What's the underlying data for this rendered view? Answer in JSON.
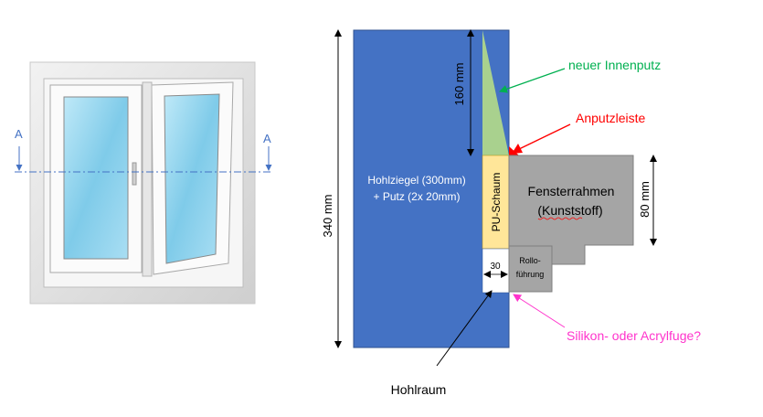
{
  "colors": {
    "wall": "#4472C4",
    "wall_stroke": "#2F528F",
    "plaster": "#A9D18E",
    "foam": "#FFE699",
    "frame": "#A5A5A5",
    "frame_stroke": "#7F7F7F",
    "red": "#FF0000",
    "green": "#00B050",
    "magenta": "#FF33CC",
    "window_section": "#4472C4",
    "glass": "#8FD6F0"
  },
  "window_photo": {
    "section_label_left": "A",
    "section_label_right": "A"
  },
  "labels": {
    "wall_line1": "Hohlziegel (300mm)",
    "wall_line2": "+ Putz (2x 20mm)",
    "foam": "PU-Schaum",
    "frame_line1": "Fensterrahmen",
    "frame_line2": "(Kunststoff)",
    "shutter_line1": "Rollo-",
    "shutter_line2": "führung",
    "gap_width": "30",
    "cavity": "Hohlraum"
  },
  "dimensions": {
    "total_height": "340 mm",
    "plaster_height": "160 mm",
    "frame_height": "80 mm"
  },
  "callouts": {
    "new_plaster": "neuer Innenputz",
    "trim_strip": "Anputzleiste",
    "joint": "Silikon- oder Acrylfuge?"
  }
}
